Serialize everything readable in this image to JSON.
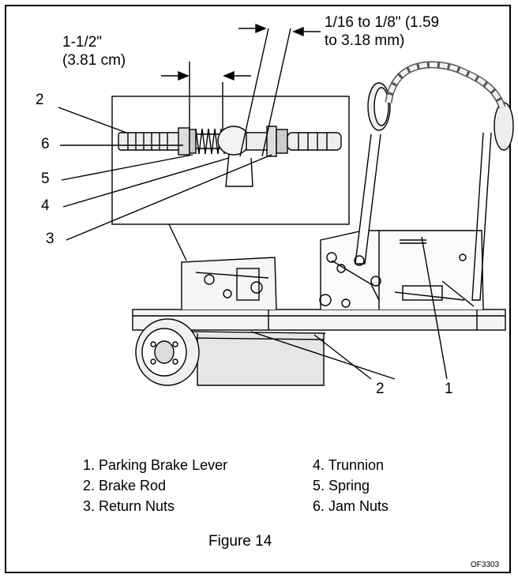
{
  "dimensions": {
    "length": "1-1/2\"",
    "length_metric": "(3.81 cm)",
    "gap_line1": "1/16 to 1/8\" (1.59",
    "gap_line2": "to 3.18 mm)"
  },
  "callouts": {
    "left": [
      "2",
      "6",
      "5",
      "4",
      "3"
    ],
    "bottom_2": "2",
    "bottom_1": "1"
  },
  "legend": {
    "left": [
      "1. Parking Brake Lever",
      "2. Brake Rod",
      "3. Return Nuts"
    ],
    "right": [
      "4. Trunnion",
      "5. Spring",
      "6. Jam Nuts"
    ]
  },
  "caption": "Figure 14",
  "figure_code": "OF3303"
}
